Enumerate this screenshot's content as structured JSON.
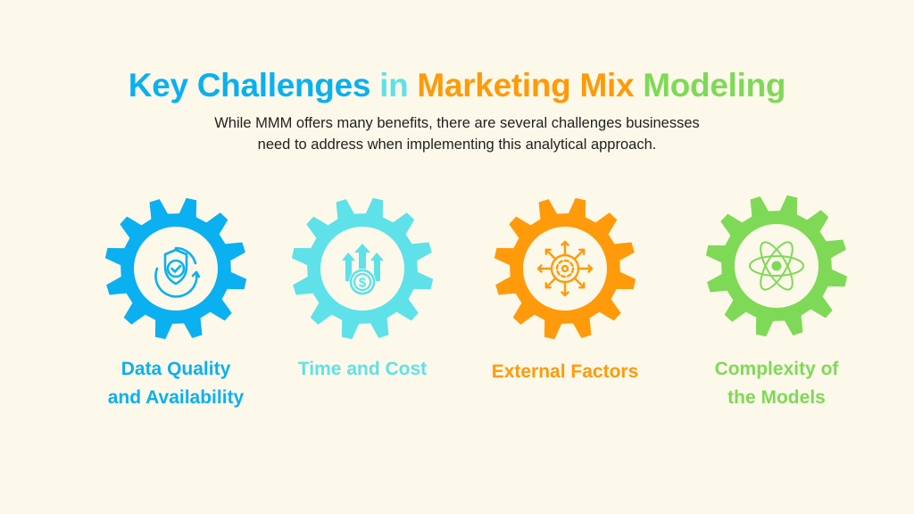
{
  "header": {
    "title_parts": [
      {
        "text": "Key Challenges",
        "color": "#0ab0ef"
      },
      {
        "text": "in",
        "color": "#5ee1e8"
      },
      {
        "text": "Marketing Mix",
        "color": "#ff9a0a"
      },
      {
        "text": "Modeling",
        "color": "#7ed957"
      }
    ],
    "subtitle_lines": [
      "While MMM offers many benefits, there are several challenges businesses",
      "need to address when implementing this analytical approach."
    ]
  },
  "challenges": [
    {
      "label_lines": [
        "Data Quality",
        "and Availability"
      ],
      "icon": "shield-check-refresh-icon",
      "color": "#0ab0ef"
    },
    {
      "label_lines": [
        "Time and Cost",
        ""
      ],
      "icon": "dollar-growth-arrows-icon",
      "color": "#5ee1e8"
    },
    {
      "label_lines": [
        "External Factors",
        ""
      ],
      "icon": "radiating-arrows-icon",
      "color": "#ff9a0a"
    },
    {
      "label_lines": [
        "Complexity of",
        "the Models"
      ],
      "icon": "atom-icon",
      "color": "#7ed957"
    }
  ],
  "colors": {
    "background": "#fdf9ea",
    "inner_circle": "#fdf9ea",
    "subtitle_text": "#1f1f1f"
  }
}
